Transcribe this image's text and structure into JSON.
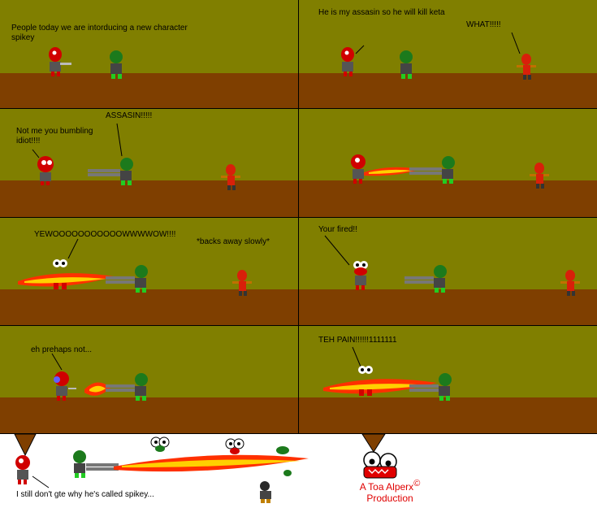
{
  "panels": [
    {
      "captions": [
        "People today we are intorducing a new character",
        "spikey"
      ]
    },
    {
      "captions": [
        "He is my assasin so he will kill keta",
        "WHAT!!!!!"
      ]
    },
    {
      "captions": [
        "Not me you bumbling",
        "idiot!!!!",
        "ASSASIN!!!!!"
      ]
    },
    {
      "captions": []
    },
    {
      "captions": [
        "YEWOOOOOOOOOOOWWWWOW!!!!",
        "*backs away slowly*"
      ]
    },
    {
      "captions": [
        "Your fired!!"
      ]
    },
    {
      "captions": [
        "eh prehaps not..."
      ]
    },
    {
      "captions": [
        "TEH PAIN!!!!!!1111111"
      ]
    }
  ],
  "footer": {
    "caption": "I still don't gte why he's called spikey...",
    "credit_line1": "A Toa Alperx",
    "copyright_symbol": "©",
    "credit_line2": "Production"
  },
  "colors": {
    "sky": "#807f00",
    "ground": "#7f3f00",
    "fire": "#ff3000",
    "fire_core": "#ffd000",
    "spikey": "#d00000",
    "keta": "#d8200a",
    "assassin": "#1c7a1c",
    "credit": "#e00000"
  }
}
